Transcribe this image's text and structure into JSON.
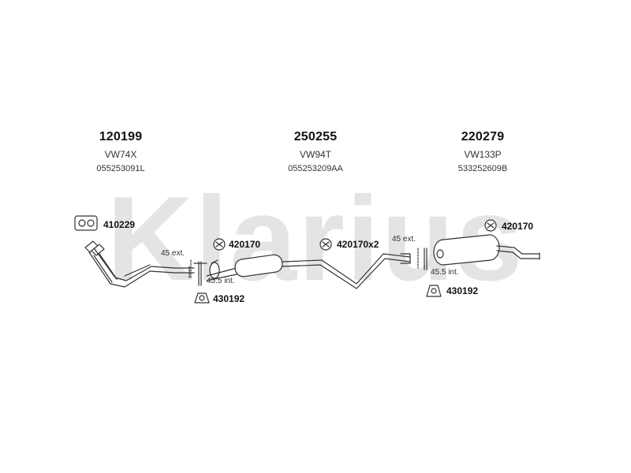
{
  "watermark": {
    "text": "Klarius"
  },
  "parts": [
    {
      "number": "120199",
      "code": "VW74X",
      "reference": "055253091L"
    },
    {
      "number": "250255",
      "code": "VW94T",
      "reference": "055253209AA"
    },
    {
      "number": "220279",
      "code": "VW133P",
      "reference": "533252609B"
    }
  ],
  "fittings": {
    "gasket_left": "410229",
    "clamp_left": "420170",
    "clamp_middle": "420170x2",
    "clamp_right": "420170",
    "hanger_left": "430192",
    "hanger_right": "430192"
  },
  "dimensions": {
    "left_ext": "45 ext.",
    "left_int": "45.5 int.",
    "right_ext": "45 ext.",
    "right_int": "45.5 int."
  },
  "colors": {
    "watermark": "#e4e4e4",
    "line": "#333333"
  }
}
